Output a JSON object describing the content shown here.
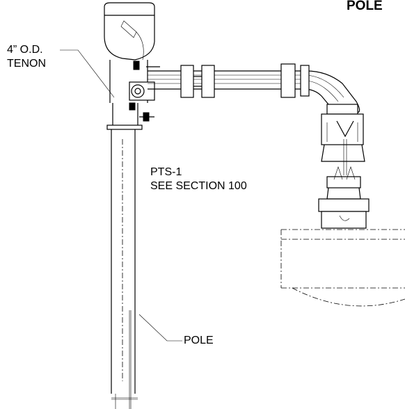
{
  "title": "POLE",
  "labels": {
    "tenon_line1": "4” O.D.",
    "tenon_line2": "TENON",
    "pts_line1": "PTS-1",
    "pts_line2": "SEE SECTION 100",
    "pole": "POLE"
  }
}
